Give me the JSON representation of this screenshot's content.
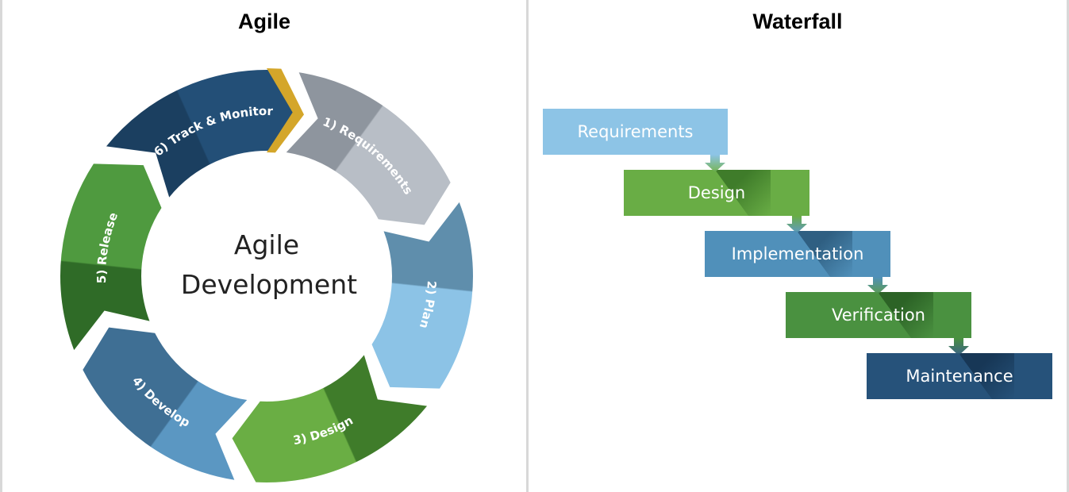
{
  "agile": {
    "title": "Agile",
    "center_line1": "Agile",
    "center_line2": "Development",
    "segments": [
      {
        "label": "1) Requirements",
        "color": "#b8bec6",
        "shade": "#8e959e"
      },
      {
        "label": "2) Plan",
        "color": "#8cc3e6",
        "shade": "#5f8eac"
      },
      {
        "label": "3) Design",
        "color": "#6aae44",
        "shade": "#3f7c2a"
      },
      {
        "label": "4) Develop",
        "color": "#3f6f94",
        "shade": "#5b97c2"
      },
      {
        "label": "5) Release",
        "color": "#4f9a3f",
        "shade": "#2f6b27"
      },
      {
        "label": "6) Track & Monitor",
        "color": "#234f77",
        "shade": "#1b3f60"
      }
    ],
    "chevron_color": "#d4a62a"
  },
  "waterfall": {
    "title": "Waterfall",
    "steps": [
      {
        "label": "Requirements",
        "color": "#8dc4e6",
        "shade": "#8dc4e6"
      },
      {
        "label": "Design",
        "color": "#69ad45",
        "shade": "#3f7c2a"
      },
      {
        "label": "Implementation",
        "color": "#5090ba",
        "shade": "#2f5f82"
      },
      {
        "label": "Verification",
        "color": "#4a9140",
        "shade": "#2c6326"
      },
      {
        "label": "Maintenance",
        "color": "#26527a",
        "shade": "#173756"
      }
    ]
  }
}
